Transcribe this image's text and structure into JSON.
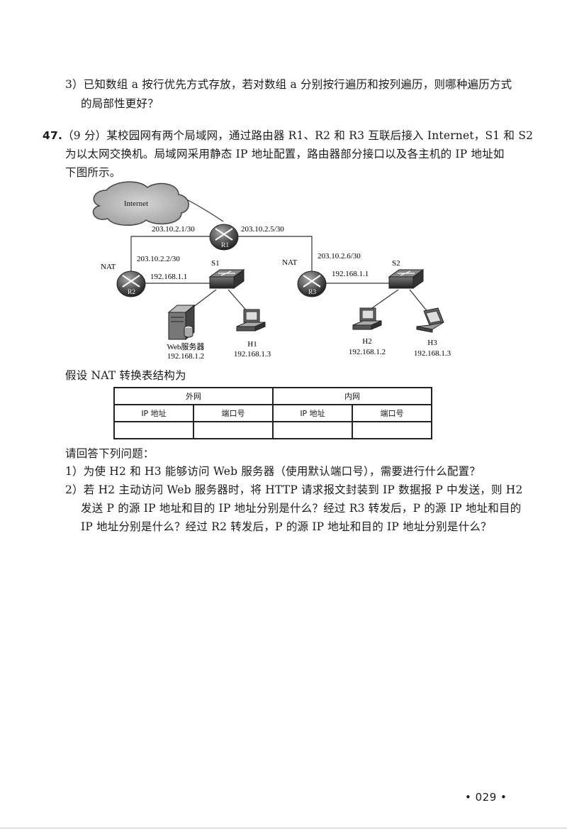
{
  "q46_part3": {
    "line1": "3）已知数组 a 按行优先方式存放，若对数组 a 分别按行遍历和按列遍历，则哪种遍历方式",
    "line2": "的局部性更好？"
  },
  "q47": {
    "number": "47.",
    "intro_line1": "（9 分）某校园网有两个局域网，通过路由器 R1、R2 和 R3 互联后接入 Internet，S1 和 S2",
    "intro_line2": "为以太网交换机。局域网采用静态 IP 地址配置，路由器部分接口以及各主机的 IP 地址如",
    "intro_line3": "下图所示。"
  },
  "diagram": {
    "cloud_label": "Internet",
    "r1_label": "R1",
    "r2_label": "R2",
    "r3_label": "R3",
    "s1_label": "S1",
    "s2_label": "S2",
    "nat_left": "NAT",
    "nat_right": "NAT",
    "ip_r1_left": "203.10.2.1/30",
    "ip_r1_right": "203.10.2.5/30",
    "ip_r2_wan": "203.10.2.2/30",
    "ip_r3_wan": "203.10.2.6/30",
    "ip_r2_lan": "192.168.1.1",
    "ip_r3_lan": "192.168.1.1",
    "web_label": "Web服务器",
    "web_ip": "192.168.1.2",
    "h1_label": "H1",
    "h1_ip": "192.168.1.3",
    "h2_label": "H2",
    "h2_ip": "192.168.1.2",
    "h3_label": "H3",
    "h3_ip": "192.168.1.3"
  },
  "nat_table": {
    "caption": "假设 NAT 转换表结构为",
    "group_outer": "外网",
    "group_inner": "内网",
    "col_ip_outer": "IP 地址",
    "col_port_outer": "端口号",
    "col_ip_inner": "IP 地址",
    "col_port_inner": "端口号"
  },
  "questions": {
    "prompt": "请回答下列问题：",
    "q1": "1）为使 H2 和 H3 能够访问 Web 服务器（使用默认端口号），需要进行什么配置？",
    "q2_line1": "2）若 H2 主动访问 Web 服务器时，将 HTTP 请求报文封装到 IP 数据报 P 中发送，则 H2",
    "q2_line2": "发送 P 的源 IP 地址和目的 IP 地址分别是什么？经过 R3 转发后，P 的源 IP 地址和目的",
    "q2_line3": "IP 地址分别是什么？经过 R2 转发后，P 的源 IP 地址和目的 IP 地址分别是什么？"
  },
  "page_number": "• 029 •"
}
